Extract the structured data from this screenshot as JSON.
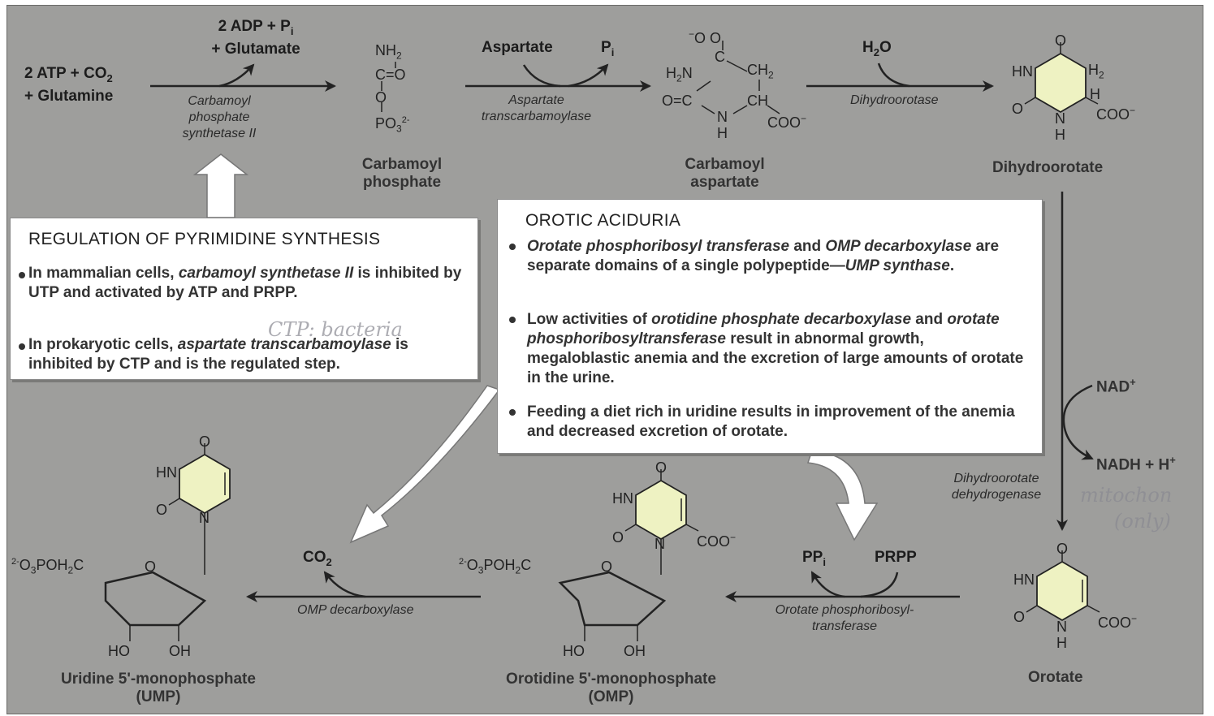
{
  "top_row": {
    "reactants_l1": "2 ATP + CO",
    "reactants_sub": "2",
    "reactants_l2": "+ Glutamine",
    "products_l1": "2 ADP + P",
    "products_sub": "i",
    "products_l2": "+ Glutamate",
    "enzyme1_l1": "Carbamoyl",
    "enzyme1_l2": "phosphate",
    "enzyme1_l3": "synthetase II",
    "carbamoyl_phosphate_l1": "Carbamoyl",
    "carbamoyl_phosphate_l2": "phosphate",
    "aspartate": "Aspartate",
    "pi": "P",
    "pi_sub": "i",
    "enzyme2_l1": "Aspartate",
    "enzyme2_l2": "transcarbamoylase",
    "carbamoyl_aspartate_l1": "Carbamoyl",
    "carbamoyl_aspartate_l2": "aspartate",
    "water": "H",
    "water_sub": "2",
    "water_o": "O",
    "enzyme3": "Dihydroorotase",
    "dihydroorotate": "Dihydroorotate"
  },
  "right_col": {
    "nad": "NAD",
    "nad_sup": "+",
    "nadh": "NADH + H",
    "nadh_sup": "+",
    "enzyme4_l1": "Dihydroorotate",
    "enzyme4_l2": "dehydrogenase",
    "orotate": "Orotate"
  },
  "bottom_row": {
    "pp": "PP",
    "pp_sub": "i",
    "prpp": "PRPP",
    "enzyme5_l1": "Orotate phosphoribosyl-",
    "enzyme5_l2": "transferase",
    "omp_l1": "Orotidine 5'-monophosphate",
    "omp_l2": "(OMP)",
    "co2": "CO",
    "co2_sub": "2",
    "enzyme6": "OMP decarboxylase",
    "ump_l1": "Uridine 5'-monophosphate",
    "ump_l2": "(UMP)"
  },
  "chem": {
    "nh2": "NH",
    "nh2_sub": "2",
    "c_eq_o": "C=O",
    "o": "O",
    "po3": "PO",
    "po3_sub": "3",
    "po3_sup": "2-",
    "o_minus_o": "O",
    "c": "C",
    "ch2": "CH",
    "ch2_sub": "2",
    "h2n": "H",
    "h2n_sub": "2",
    "h2n_n": "N",
    "oc": "O=C",
    "ch": "CH",
    "n": "N",
    "h": "H",
    "coo": "COO",
    "coo_sup": "−",
    "hn": "HN",
    "h2": "H",
    "h2_sub": "2",
    "phos": "O",
    "phos_sup": "2-",
    "phos_rest": "POH",
    "phos_rest_sub": "2",
    "phos_c": "C",
    "sugar_o": "O",
    "ho": "HO",
    "oh": "OH"
  },
  "regulation_box": {
    "title": "REGULATION OF PYRIMIDINE SYNTHESIS",
    "b1_a": "In mammalian cells, ",
    "b1_b": "carbamoyl synthetase II",
    "b1_c": " is inhibited by UTP and activated by ATP and PRPP.",
    "b2_a": "In prokaryotic cells, ",
    "b2_b": "aspartate transcarbamoylase",
    "b2_c": " is inhibited by CTP and is the regulated step."
  },
  "orotic_box": {
    "title": "OROTIC ACIDURIA",
    "b1_a": "Orotate phosphoribosyl transferase",
    "b1_b": " and ",
    "b1_c": "OMP decarboxylase",
    "b1_d": " are separate domains of a single polypeptide—",
    "b1_e": "UMP synthase",
    "b1_f": ".",
    "b2_a": "Low activities of ",
    "b2_b": "orotidine phosphate decarboxylase",
    "b2_c": " and ",
    "b2_d": "orotate phosphoribosyltransferase",
    "b2_e": " result in abnormal growth, megaloblastic anemia and the excretion of large amounts of orotate in the urine.",
    "b3": "Feeding a diet rich in uridine results in improvement of the anemia and decreased excretion of orotate."
  },
  "handwriting": {
    "ctp_note": "CTP: bacteria",
    "mito_note_l1": "mitochon",
    "mito_note_l2": "(only)"
  },
  "colors": {
    "background": "#9e9e9c",
    "ring_fill": "#eef2c2",
    "box_fill": "#ffffff",
    "text": "#1c1c1c"
  }
}
